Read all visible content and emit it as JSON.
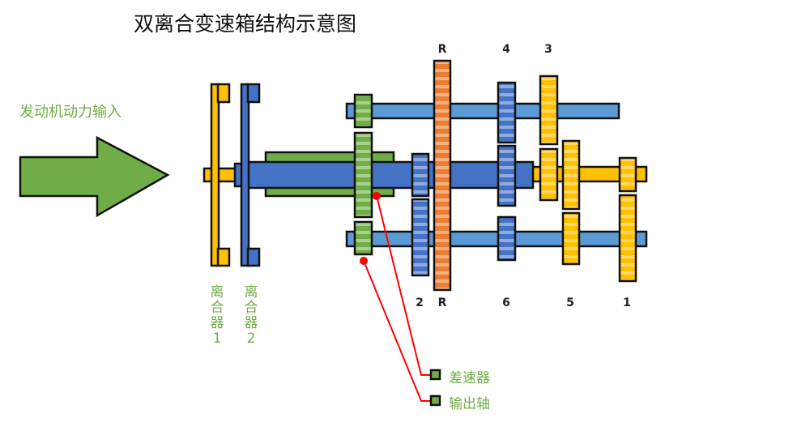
{
  "title": "双离合变速箱结构示意图",
  "input_label": "发动机动力输入",
  "clutches": [
    {
      "label_chars": [
        "离",
        "合",
        "器"
      ],
      "number": "1",
      "color": "#ffc000"
    },
    {
      "label_chars": [
        "离",
        "合",
        "器"
      ],
      "number": "2",
      "color": "#4472c4"
    }
  ],
  "gear_labels_top": [
    "R",
    "4",
    "3"
  ],
  "gear_labels_bottom": [
    "2",
    "R",
    "6",
    "5",
    "1"
  ],
  "legend": [
    {
      "label": "差速器",
      "icon": "square-marker-icon"
    },
    {
      "label": "输出轴",
      "icon": "square-marker-icon"
    }
  ],
  "colors": {
    "green": "#70ad47",
    "yellow": "#ffc000",
    "dark_blue": "#4472c4",
    "light_blue": "#5b9bd5",
    "orange": "#ed7d31",
    "red": "#ff0000",
    "outline": "#111111"
  }
}
